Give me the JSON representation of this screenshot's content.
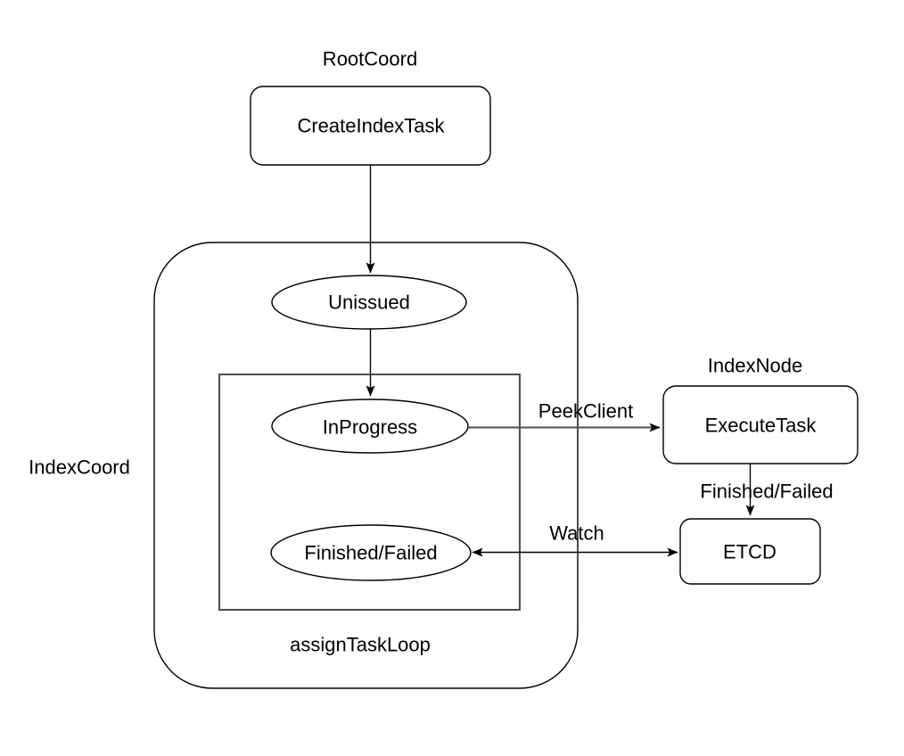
{
  "diagram": {
    "type": "flow-diagram",
    "colors": {
      "background": "#ffffff",
      "shape_stroke": "#000000",
      "connector_stroke": "#4d4d4d",
      "text": "#000000",
      "shape_fill": "#ffffff"
    },
    "group_labels": {
      "root_coord": "RootCoord",
      "index_coord": "IndexCoord",
      "index_node": "IndexNode",
      "assign_task_loop": "assignTaskLoop"
    },
    "nodes": {
      "create_index_task": "CreateIndexTask",
      "unissued": "Unissued",
      "in_progress": "InProgress",
      "finished_failed": "Finished/Failed",
      "execute_task": "ExecuteTask",
      "etcd": "ETCD"
    },
    "edge_labels": {
      "peek_client": "PeekClient",
      "finished_failed": "Finished/Failed",
      "watch": "Watch"
    },
    "connections": [
      {
        "from": "create_index_task",
        "to": "unissued",
        "label": "",
        "direction": "one-way"
      },
      {
        "from": "unissued",
        "to": "in_progress",
        "label": "",
        "direction": "one-way"
      },
      {
        "from": "in_progress",
        "to": "execute_task",
        "label": "PeekClient",
        "direction": "one-way"
      },
      {
        "from": "execute_task",
        "to": "etcd",
        "label": "Finished/Failed",
        "direction": "one-way"
      },
      {
        "from": "finished_failed",
        "to": "etcd",
        "label": "Watch",
        "direction": "two-way"
      }
    ]
  }
}
